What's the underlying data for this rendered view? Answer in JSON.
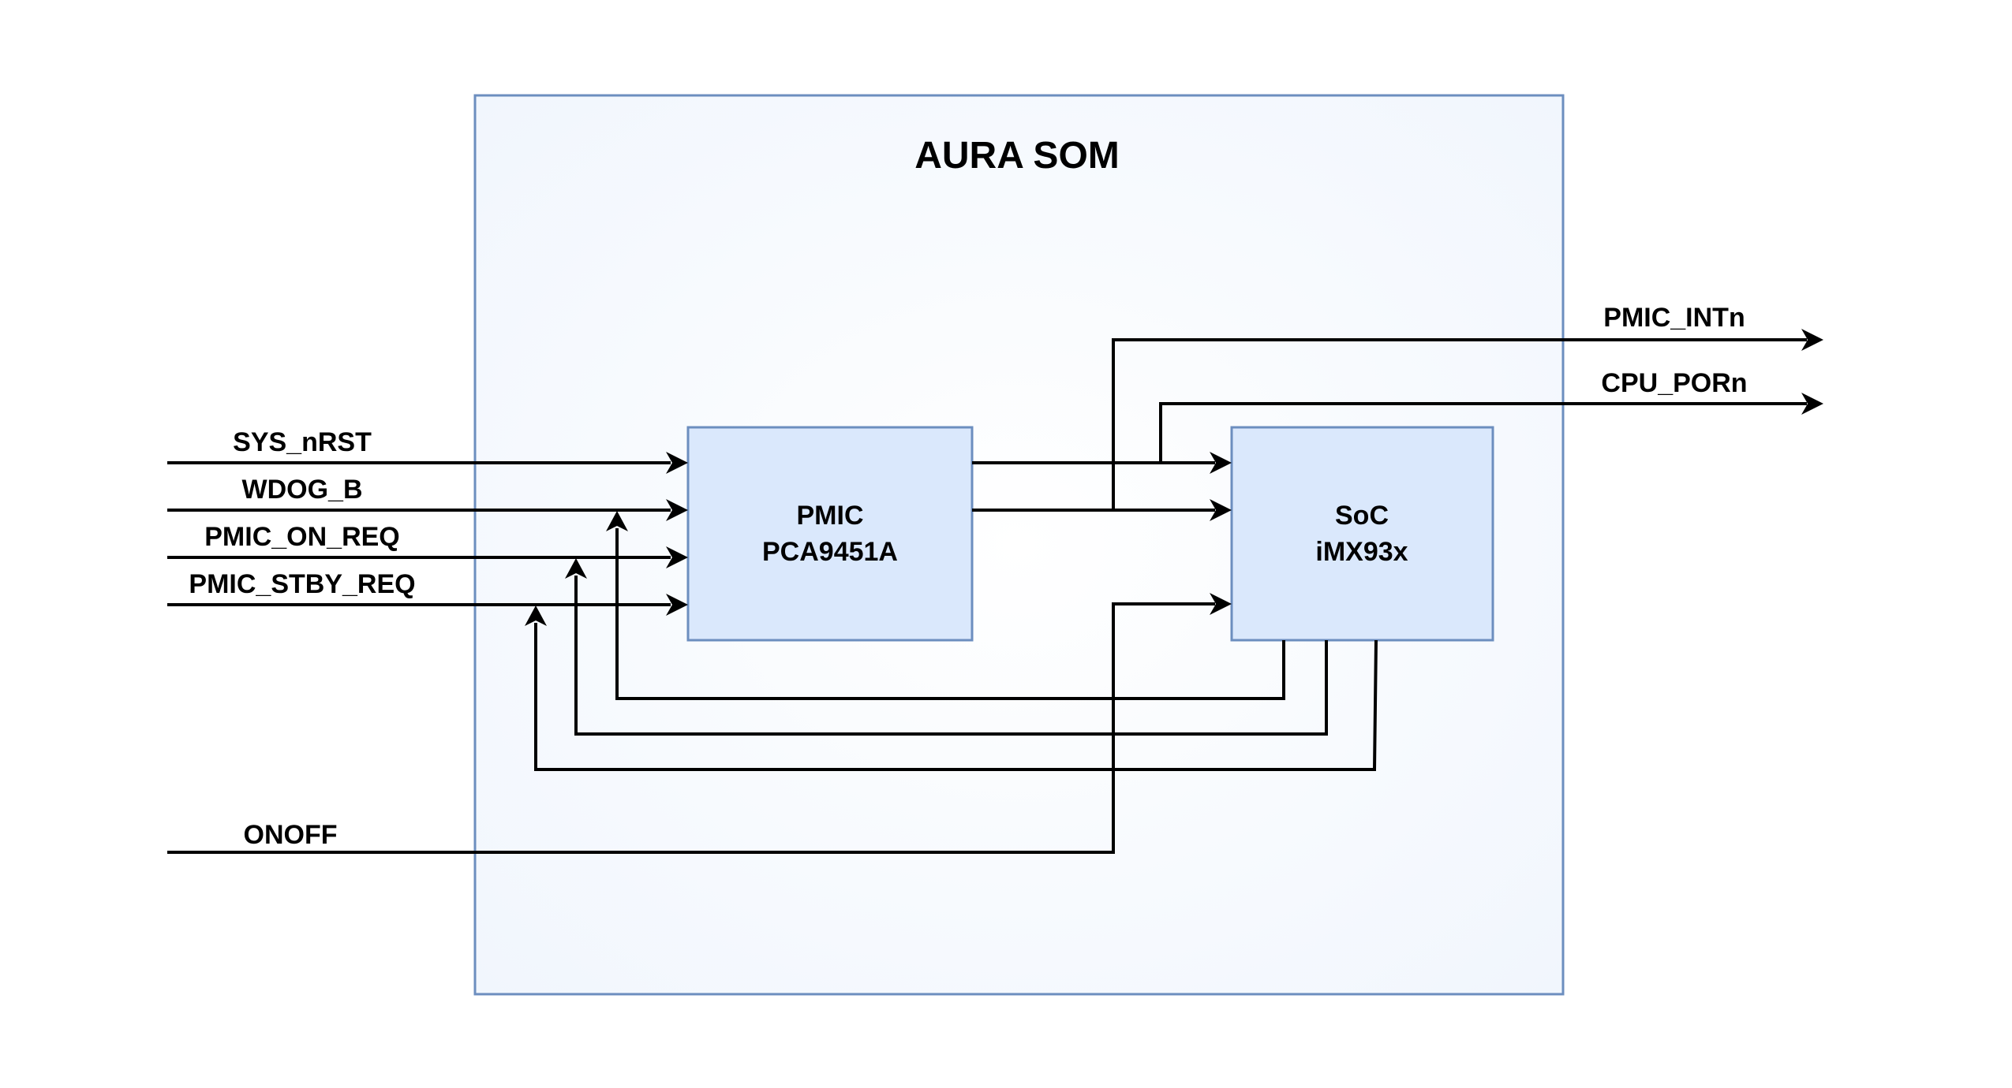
{
  "diagram": {
    "container": {
      "title": "AURA SOM"
    },
    "blocks": [
      {
        "id": "pmic",
        "line1": "PMIC",
        "line2": "PCA9451A"
      },
      {
        "id": "soc",
        "line1": "SoC",
        "line2": "iMX93x"
      }
    ],
    "inputs": [
      {
        "id": "sys_nrst",
        "label": "SYS_nRST",
        "target": "PMIC"
      },
      {
        "id": "wdog_b",
        "label": "WDOG_B",
        "target": "PMIC"
      },
      {
        "id": "pmic_on_req",
        "label": "PMIC_ON_REQ",
        "target": "PMIC"
      },
      {
        "id": "pmic_stby_req",
        "label": "PMIC_STBY_REQ",
        "target": "PMIC"
      },
      {
        "id": "onoff",
        "label": "ONOFF",
        "target": "SoC"
      }
    ],
    "outputs": [
      {
        "id": "pmic_intn",
        "label": "PMIC_INTn",
        "source": "PMIC"
      },
      {
        "id": "cpu_porn",
        "label": "CPU_PORn",
        "source": "PMIC"
      }
    ],
    "feedback": [
      {
        "from": "SoC",
        "to": "WDOG_B"
      },
      {
        "from": "SoC",
        "to": "PMIC_ON_REQ"
      },
      {
        "from": "SoC",
        "to": "PMIC_STBY_REQ"
      }
    ],
    "colors": {
      "container_border": "#6c8ebf",
      "container_fill": "#f2f7fd",
      "block_fill": "#dae8fc",
      "block_border": "#6c8ebf",
      "wire": "#000000"
    }
  }
}
